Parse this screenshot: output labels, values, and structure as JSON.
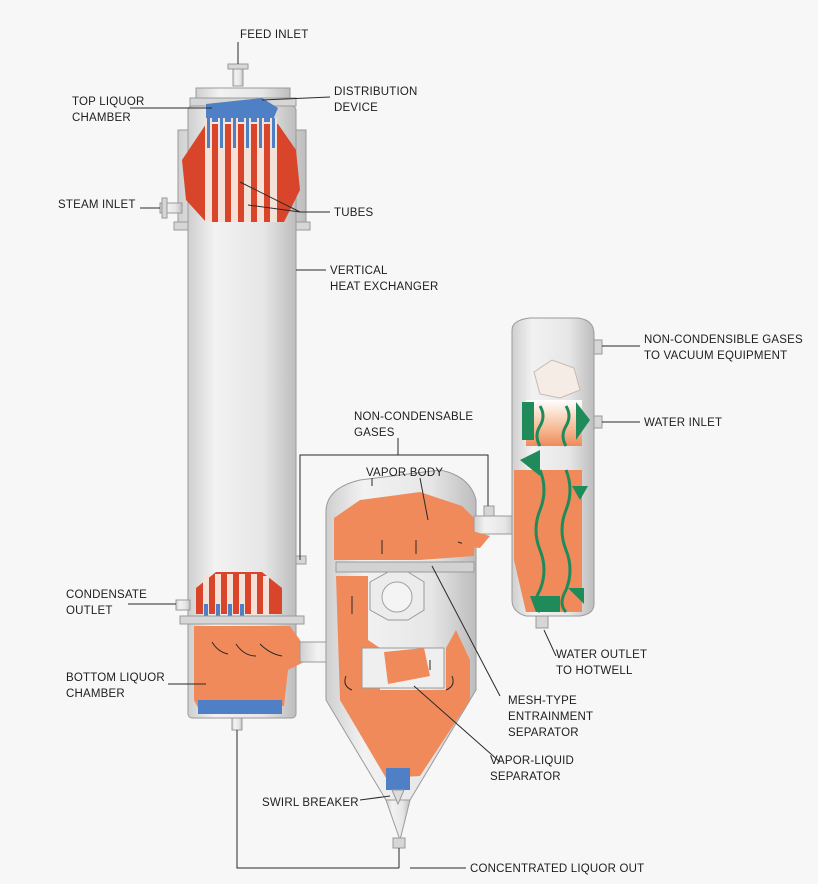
{
  "labels": {
    "feed_inlet": "FEED INLET",
    "top_liquor_chamber": [
      "TOP LIQUOR",
      "CHAMBER"
    ],
    "distribution_device": [
      "DISTRIBUTION",
      "DEVICE"
    ],
    "steam_inlet": "STEAM INLET",
    "tubes": "TUBES",
    "vertical_heat_exchanger": [
      "VERTICAL",
      "HEAT EXCHANGER"
    ],
    "non_condensible_gases_vacuum": [
      "NON-CONDENSIBLE GASES",
      "TO VACUUM EQUIPMENT"
    ],
    "non_condensable_gases": [
      "NON-CONDENSABLE",
      "GASES"
    ],
    "water_inlet": "WATER INLET",
    "vapor_body": "VAPOR BODY",
    "condensate_outlet": [
      "CONDENSATE",
      "OUTLET"
    ],
    "water_outlet": [
      "WATER OUTLET",
      "TO HOTWELL"
    ],
    "bottom_liquor_chamber": [
      "BOTTOM LIQUOR",
      "CHAMBER"
    ],
    "mesh_separator": [
      "MESH-TYPE",
      "ENTRAINMENT",
      "SEPARATOR"
    ],
    "vapor_liquid_separator": [
      "VAPOR-LIQUID",
      "SEPARATOR"
    ],
    "swirl_breaker": "SWIRL BREAKER",
    "concentrated_liquor_out": "CONCENTRATED LIQUOR OUT"
  },
  "colors": {
    "vessel": "#e4e4e4",
    "liquor": "#f08a5a",
    "tubes": "#d9452b",
    "liquid_blue": "#4f7fc4",
    "packing_green": "#1f8a5a"
  }
}
